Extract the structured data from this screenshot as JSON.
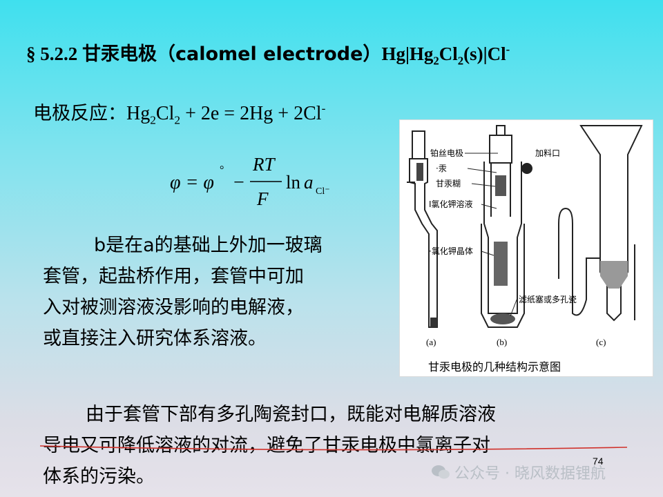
{
  "title": {
    "section": "§ 5.2.2",
    "name_cn": "甘汞电极",
    "name_en": "（calomel electrode）",
    "notation_parts": [
      "Hg|Hg",
      "2",
      "Cl",
      "2",
      "(s)|Cl",
      "-"
    ]
  },
  "reaction": {
    "label": "电极反应：",
    "parts": [
      "Hg",
      "2",
      "Cl",
      "2",
      " + 2e = 2Hg + 2Cl",
      "-"
    ]
  },
  "formula": {
    "lhs": "φ = φ",
    "degree": "°",
    "minus": "−",
    "numerator": "RT",
    "denominator": "F",
    "ln": "ln",
    "a": "a",
    "subscript": "Cl⁻"
  },
  "paragraph_b": "b是在a的基础上外加一玻璃套管，起盐桥作用，套管中可加入对被测溶液没影响的电解液，或直接注入研究体系溶液。",
  "paragraph_b_lines": [
    "b是在a的基础上外加一玻璃",
    "套管，起盐桥作用，套管中可加",
    "入对被测溶液没影响的电解液，",
    "或直接注入研究体系溶液。"
  ],
  "paragraph_bottom_lines": [
    "由于套管下部有多孔陶瓷封口，既能对电解质溶液",
    "导电又可降低溶液的对流，避免了甘汞电极中氯离子对",
    "体系的污染。"
  ],
  "figure": {
    "caption": "甘汞电极的几种结构示意图",
    "labels": {
      "pt_wire": "铂丝电极",
      "mercury": "·汞",
      "paste": "甘汞糊",
      "kcl_solution": "I氯化钾溶液",
      "kcl_crystal": "·氯化钾晶体",
      "filler": "加料口",
      "frit": "滤纸塞或多孔瓷"
    },
    "panel_a": "(a)",
    "panel_b": "(b)",
    "panel_c": "(c)"
  },
  "page_number": "74",
  "watermark": "公众号 · 晓风数据锂航",
  "colors": {
    "strike_line": "#d0302a",
    "watermark": "#b9bfc6"
  }
}
